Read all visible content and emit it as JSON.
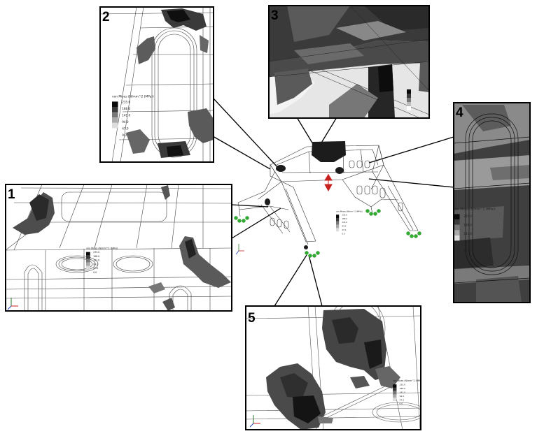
{
  "figure": {
    "panels": [
      {
        "id": "p1",
        "label": "1"
      },
      {
        "id": "p2",
        "label": "2"
      },
      {
        "id": "p3",
        "label": "3"
      },
      {
        "id": "p4",
        "label": "4"
      },
      {
        "id": "p5",
        "label": "5"
      }
    ],
    "legend": {
      "title": "von Mises (N/mm^2 (MPa))",
      "ticks": [
        "235.0",
        "188.0",
        "141.0",
        "94.0",
        "47.0",
        "0.0"
      ]
    }
  }
}
